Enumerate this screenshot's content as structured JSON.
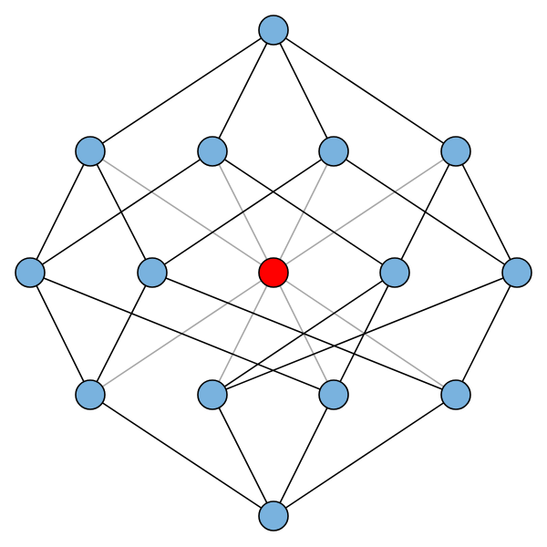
{
  "graph": {
    "description_visible_text": "",
    "colors": {
      "node_fill": "#79b2de",
      "center_fill": "#ff0000",
      "node_stroke": "#000000",
      "outer_edge": "#000000",
      "inner_edge": "#a6a6a6",
      "background": "#ffffff"
    },
    "nodes": [
      {
        "id": "n0000",
        "role": "top"
      },
      {
        "id": "n0001",
        "role": "upper-left-outer"
      },
      {
        "id": "n0010",
        "role": "upper-left-inner"
      },
      {
        "id": "n0011",
        "role": "upper-right-inner"
      },
      {
        "id": "n0100",
        "role": "upper-right-outer"
      },
      {
        "id": "n0101",
        "role": "left-outer"
      },
      {
        "id": "n0110",
        "role": "left-inner"
      },
      {
        "id": "n0111",
        "role": "center",
        "highlighted": true
      },
      {
        "id": "n1000",
        "role": "right-inner"
      },
      {
        "id": "n1001",
        "role": "right-outer"
      },
      {
        "id": "n1010",
        "role": "lower-left-outer"
      },
      {
        "id": "n1011",
        "role": "lower-left-inner"
      },
      {
        "id": "n1100",
        "role": "lower-right-inner"
      },
      {
        "id": "n1101",
        "role": "lower-right-outer"
      },
      {
        "id": "n1110",
        "role": "bottom"
      }
    ],
    "edges_outer": [
      [
        "n0000",
        "n0001"
      ],
      [
        "n0000",
        "n0010"
      ],
      [
        "n0000",
        "n0011"
      ],
      [
        "n0000",
        "n0100"
      ],
      [
        "n0001",
        "n0101"
      ],
      [
        "n0001",
        "n0110"
      ],
      [
        "n0010",
        "n0101"
      ],
      [
        "n0010",
        "n1000"
      ],
      [
        "n0011",
        "n0110"
      ],
      [
        "n0011",
        "n1001"
      ],
      [
        "n0100",
        "n1000"
      ],
      [
        "n0100",
        "n1001"
      ],
      [
        "n0101",
        "n1010"
      ],
      [
        "n0101",
        "n1100"
      ],
      [
        "n0110",
        "n1010"
      ],
      [
        "n0110",
        "n1101"
      ],
      [
        "n1000",
        "n1011"
      ],
      [
        "n1000",
        "n1100"
      ],
      [
        "n1001",
        "n1011"
      ],
      [
        "n1001",
        "n1101"
      ],
      [
        "n1010",
        "n1110"
      ],
      [
        "n1011",
        "n1110"
      ],
      [
        "n1100",
        "n1110"
      ],
      [
        "n1101",
        "n1110"
      ]
    ],
    "edges_inner": [
      [
        "n0111",
        "n0001"
      ],
      [
        "n0111",
        "n0010"
      ],
      [
        "n0111",
        "n0011"
      ],
      [
        "n0111",
        "n0100"
      ],
      [
        "n0111",
        "n1010"
      ],
      [
        "n0111",
        "n1011"
      ],
      [
        "n0111",
        "n1100"
      ],
      [
        "n0111",
        "n1101"
      ]
    ]
  }
}
